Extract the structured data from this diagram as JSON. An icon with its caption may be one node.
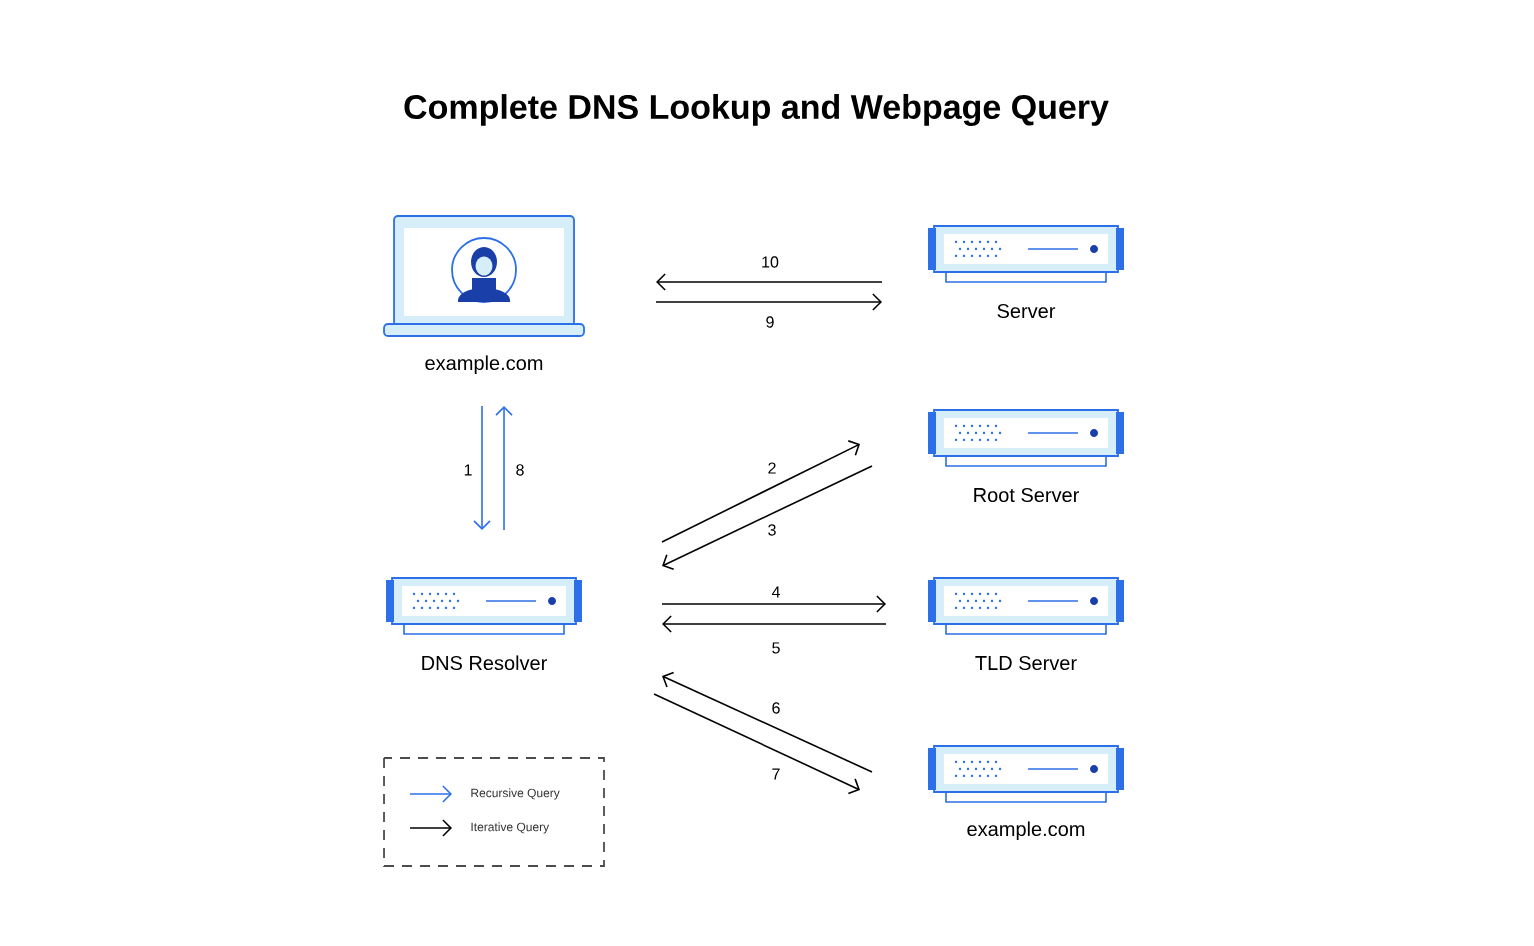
{
  "diagram": {
    "title": "Complete DNS Lookup and Webpage Query",
    "nodes": [
      {
        "text": [
          "example.com"
        ]
      },
      {
        "text": [
          "Server"
        ]
      },
      {
        "text": [
          "Root Server"
        ]
      },
      {
        "text": [
          "DNS Resolver"
        ]
      },
      {
        "text": [
          "TLD Server"
        ]
      },
      {
        "text": [
          "example.com"
        ]
      }
    ],
    "edges": [
      {
        "from": 0,
        "to": 3,
        "arrow": "to",
        "label": "1",
        "color": "#2c6fe8"
      },
      {
        "from": 3,
        "to": 2,
        "arrow": "to",
        "label": "2"
      },
      {
        "from": 2,
        "to": 3,
        "arrow": "to",
        "label": "3"
      },
      {
        "from": 3,
        "to": 4,
        "arrow": "to",
        "label": "4"
      },
      {
        "from": 4,
        "to": 3,
        "arrow": "to",
        "label": "5"
      },
      {
        "from": 5,
        "to": 3,
        "arrow": "to",
        "label": "6"
      },
      {
        "from": 3,
        "to": 5,
        "arrow": "to",
        "label": "7"
      },
      {
        "from": 3,
        "to": 0,
        "arrow": "to",
        "label": "8",
        "color": "#2c6fe8"
      },
      {
        "from": 0,
        "to": 1,
        "arrow": "to",
        "label": "9"
      },
      {
        "from": 1,
        "to": 0,
        "arrow": "to",
        "label": "10"
      }
    ],
    "legend": [
      {
        "text": "Recursive Query"
      },
      {
        "text": "Iterative Query"
      }
    ]
  }
}
